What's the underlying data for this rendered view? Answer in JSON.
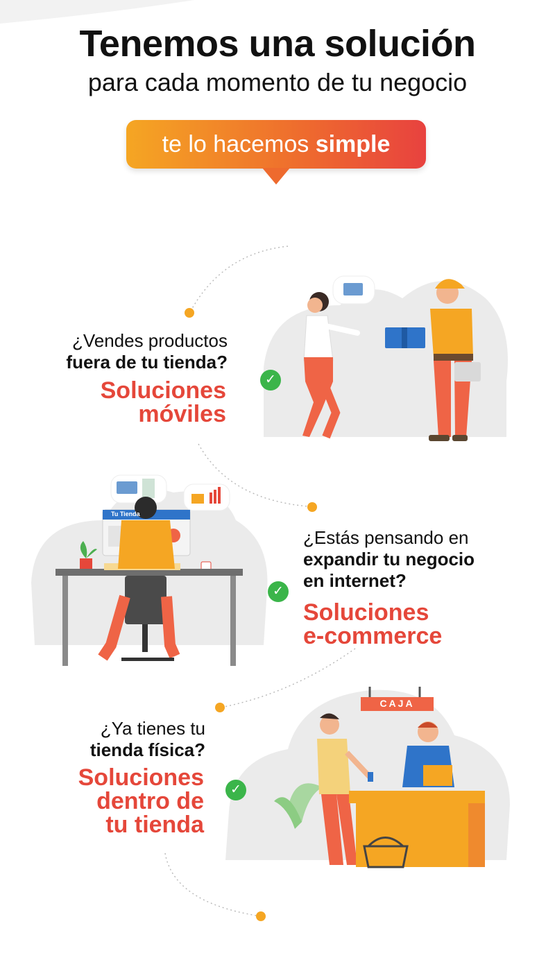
{
  "header": {
    "title": "Tenemos una solución",
    "subtitle": "para cada momento de tu negocio",
    "badge_prefix": "te lo hacemos",
    "badge_bold": "simple"
  },
  "sections": [
    {
      "question_line1": "¿Vendes productos",
      "question_line2": "fuera de tu tienda?",
      "solution_line1": "Soluciones",
      "solution_line2": "móviles"
    },
    {
      "question_line1": "¿Estás pensando en",
      "question_line2": "expandir tu negocio",
      "question_line3": "en internet?",
      "solution_line1": "Soluciones",
      "solution_line2": "e-commerce"
    },
    {
      "question_line1": "¿Ya tienes tu",
      "question_line2": "tienda física?",
      "solution_line1": "Soluciones",
      "solution_line2": "dentro de",
      "solution_line3": "tu tienda"
    }
  ],
  "illustrations": {
    "store_name": "Tu Tienda",
    "checkout_sign": "CAJA"
  },
  "colors": {
    "accent_orange": "#f5a623",
    "accent_red": "#e5473a",
    "check_green": "#3bb54a",
    "blob_gray": "#ebebeb"
  },
  "icons": [
    "check-icon",
    "credit-card-icon",
    "receipt-icon",
    "cart-icon",
    "bar-chart-icon",
    "gift-box-icon"
  ]
}
